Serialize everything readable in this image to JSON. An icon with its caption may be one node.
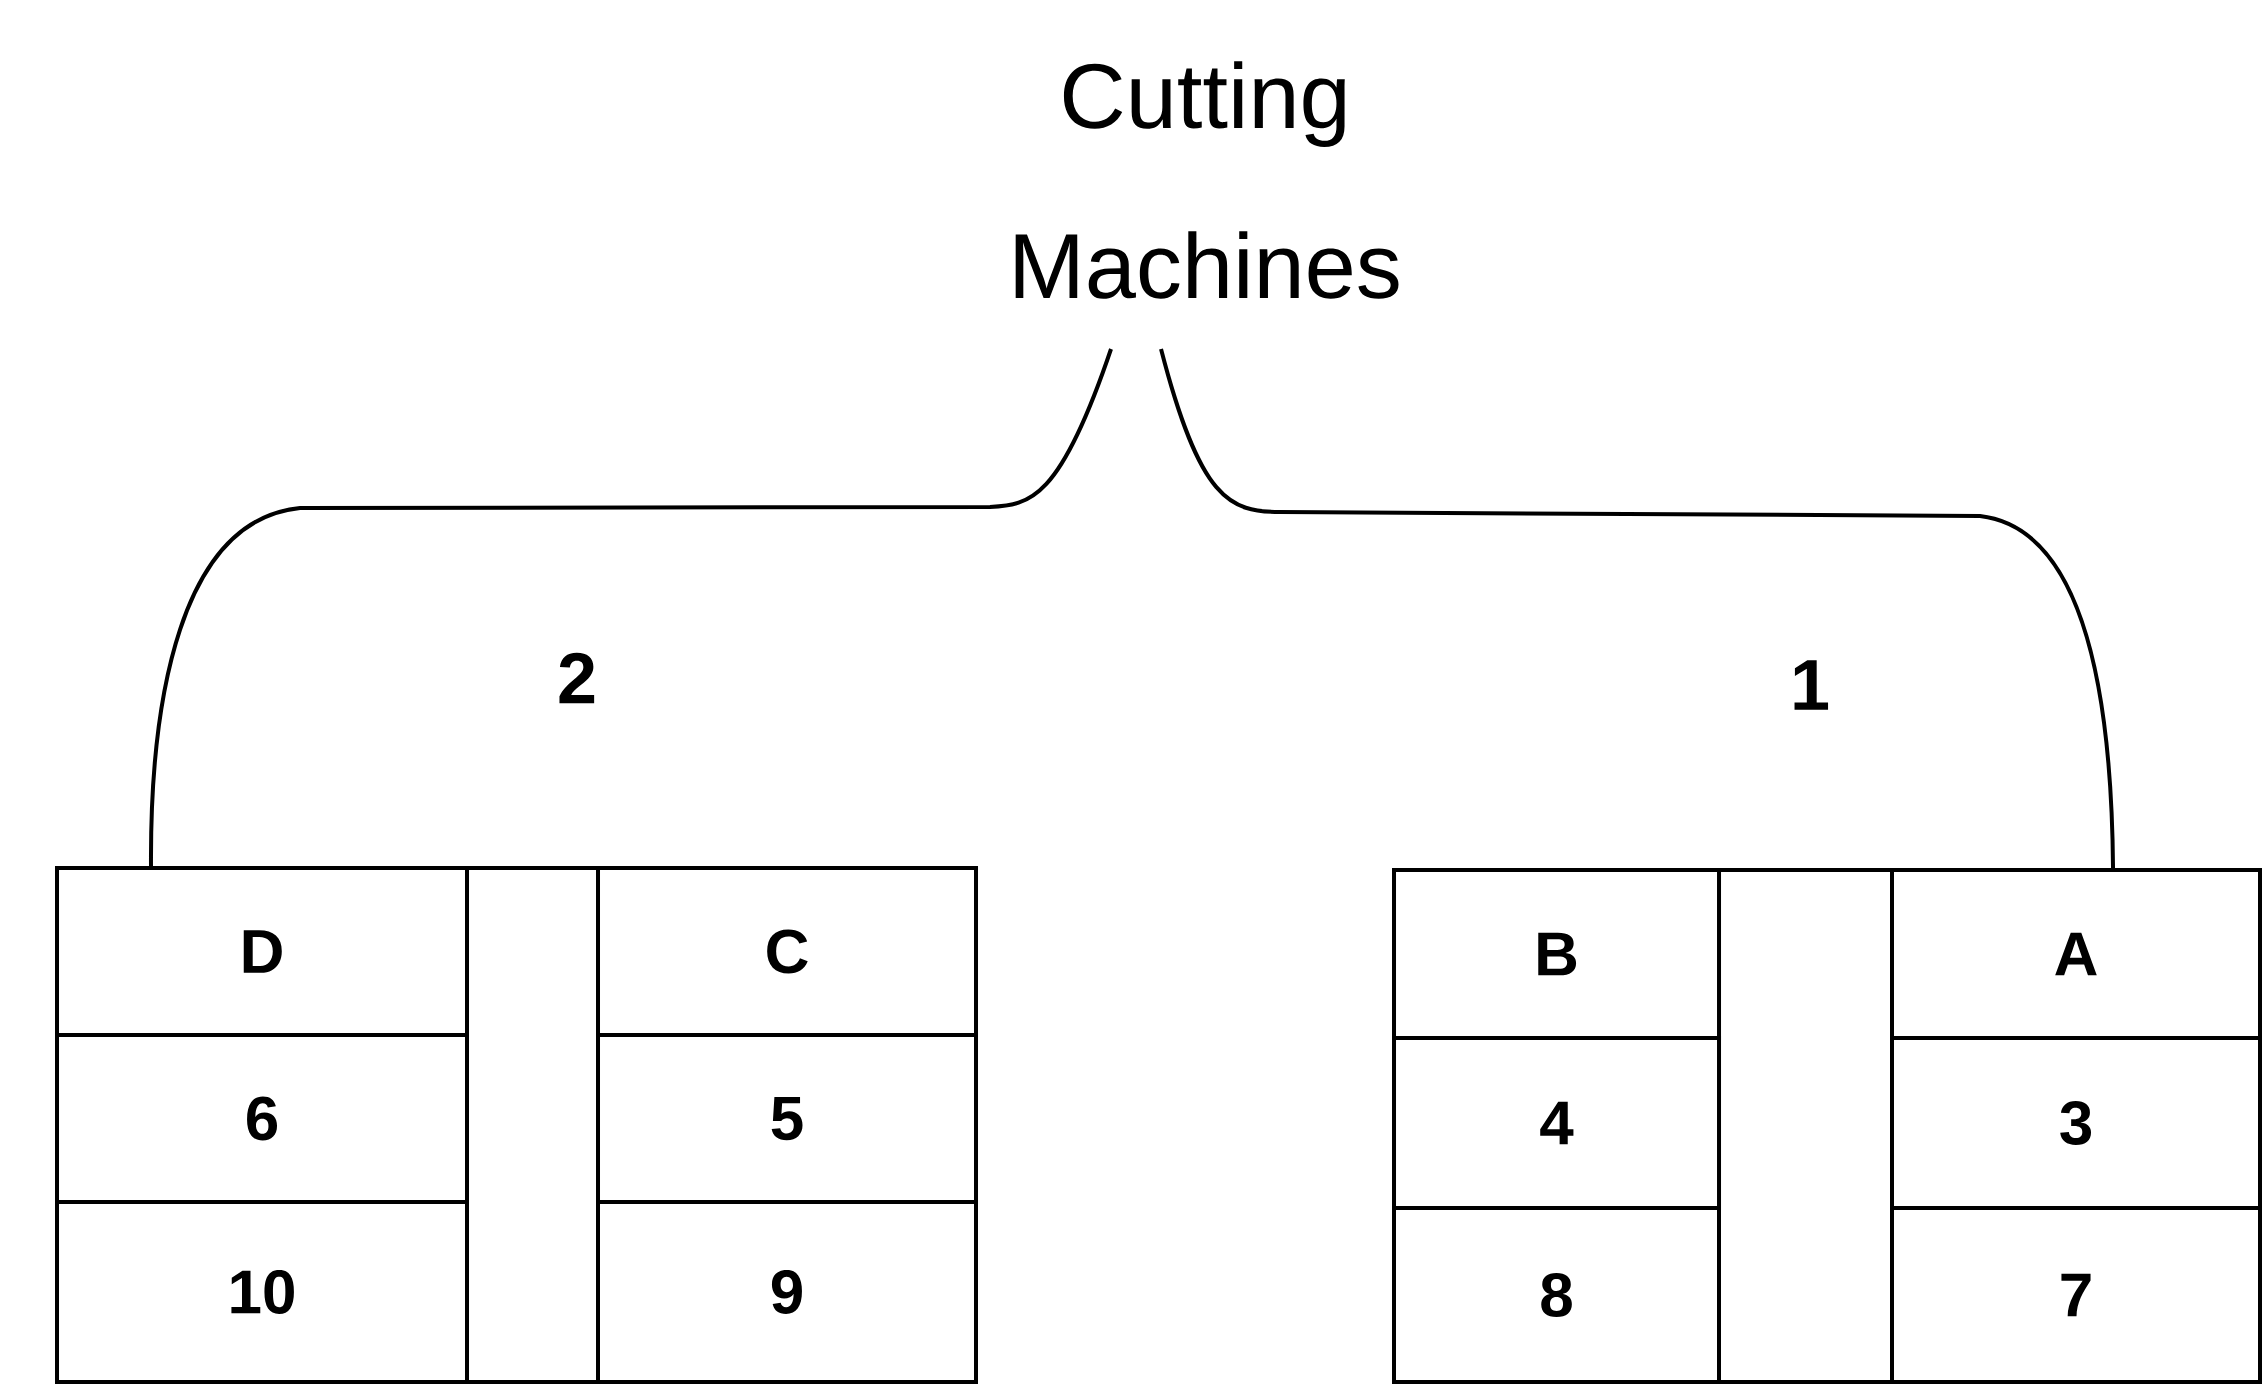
{
  "diagram": {
    "nodes": [
      {
        "text": [
          "Cutting Machines"
        ]
      },
      {
        "text": [],
        "shape": "box"
      },
      {
        "text": [
          "D"
        ],
        "in": 1
      },
      {
        "text": [
          "C"
        ],
        "in": 1
      },
      {
        "text": [
          "6"
        ],
        "in": 1
      },
      {
        "text": [
          "5"
        ],
        "in": 1
      },
      {
        "text": [
          "10"
        ],
        "in": 1
      },
      {
        "text": [
          "9"
        ],
        "in": 1
      },
      {
        "text": [],
        "shape": "box"
      },
      {
        "text": [
          "B"
        ],
        "in": 8
      },
      {
        "text": [
          "A"
        ],
        "in": 8
      },
      {
        "text": [
          "4"
        ],
        "in": 8
      },
      {
        "text": [
          "3"
        ],
        "in": 8
      },
      {
        "text": [
          "8"
        ],
        "in": 8
      },
      {
        "text": [
          "7"
        ],
        "in": 8
      }
    ],
    "edges": [
      {
        "from": 0,
        "to": 1,
        "arrow": "none",
        "label": "2"
      },
      {
        "from": 0,
        "to": 8,
        "arrow": "none",
        "label": "1"
      }
    ]
  }
}
